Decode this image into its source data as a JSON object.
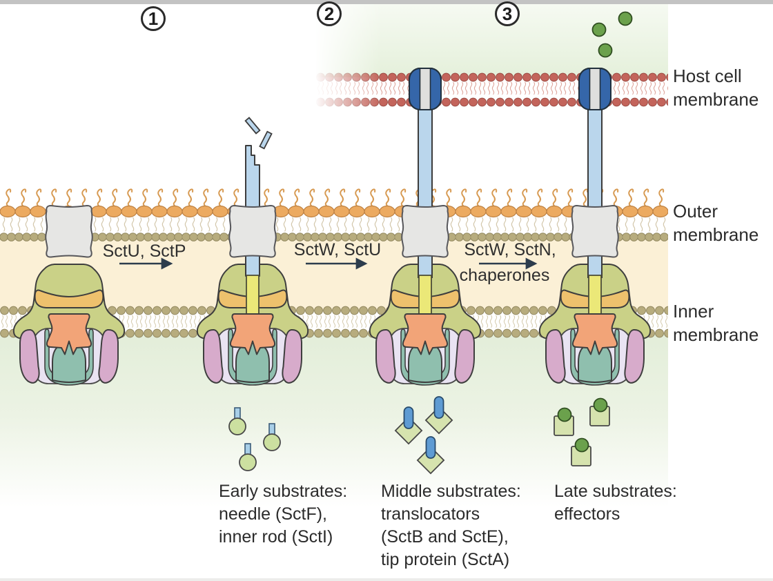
{
  "stage_badges": {
    "s1": "1",
    "s2": "2",
    "s3": "3"
  },
  "step_arrows": {
    "step1": {
      "label": "SctU, SctP"
    },
    "step2": {
      "label": "SctW, SctU"
    },
    "step3": {
      "label_line1": "SctW, SctN,",
      "label_line2": "chaperones"
    }
  },
  "membrane_labels": {
    "host_cell": {
      "line1": "Host cell",
      "line2": "membrane"
    },
    "outer": {
      "line1": "Outer",
      "line2": "membrane"
    },
    "inner": {
      "line1": "Inner",
      "line2": "membrane"
    }
  },
  "substrate_captions": {
    "early": {
      "line1": "Early substrates:",
      "line2": "needle (SctF),",
      "line3": "inner rod (SctI)"
    },
    "middle": {
      "line1": "Middle substrates:",
      "line2": "translocators",
      "line3": "(SctB and SctE),",
      "line4": "tip protein (SctA)"
    },
    "late": {
      "line1": "Late substrates:",
      "line2": "effectors"
    }
  },
  "glyphs": {
    "early_substrate": "green-circle-with-blue-rod",
    "middle_substrate": "green-diamond-with-blue-capsule",
    "late_substrate": "green-square-with-dark-green-dot",
    "effector": "dark-green-dot",
    "needle_fragment": "blue-rod-fragment"
  },
  "palette": {
    "periplasm_cream": "#fbf0d6",
    "bacterial_cytoplasm_green": "#e2edd8",
    "host_cytoplasm_green": "#e5f0db",
    "outer_membrane_head_orange": "#ecaa60",
    "outer_membrane_head_olive": "#b7ac7e",
    "host_membrane_head_red": "#c3645b",
    "secretin_gray": "#e6e6e4",
    "bell_green": "#cad187",
    "crescent_tan": "#eec16d",
    "export_gate_salmon": "#f2a478",
    "lobe_pink": "#d7abcb",
    "lobe_lavender": "#e9e3f2",
    "atpase_teal": "#8fbfae",
    "needle_blue": "#bad6ec",
    "inner_rod_yellow": "#ebe878",
    "translocon_blue": "#3566a9",
    "translocon_channel_gray": "#dfdfdd",
    "effector_green": "#6ba14c",
    "arrow_dark": "#2c3c4c",
    "text_dark": "#2b2b2b"
  }
}
